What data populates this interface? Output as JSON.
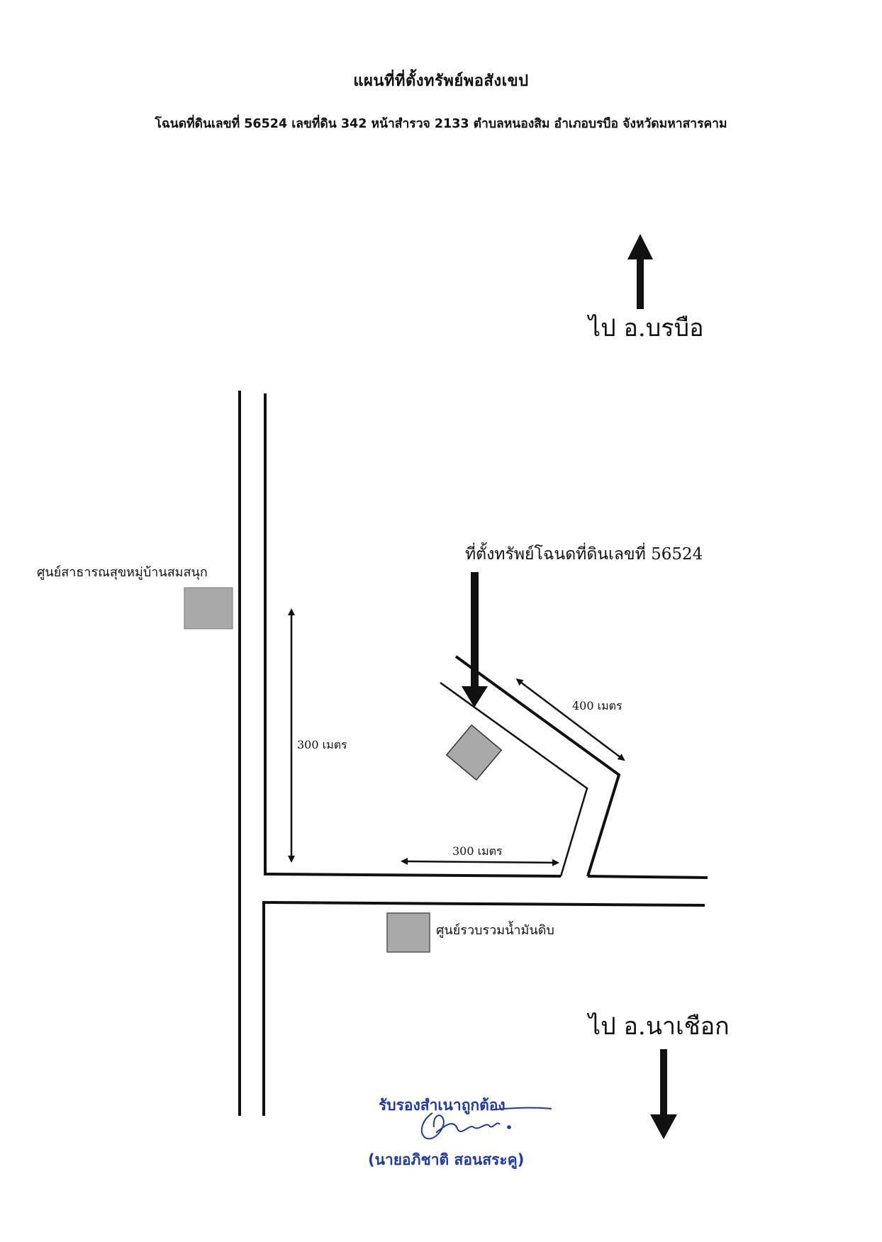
{
  "document": {
    "title": "แผนที่ที่ตั้งทรัพย์พอสังเขป",
    "subtitle": "โฉนดที่ดินเลขที่ 56524 เลขที่ดิน 342 หน้าสำรวจ 2133 ตำบลหนองสิม อำเภอบรบือ จังหวัดมหาสารคาม"
  },
  "map": {
    "direction_north_label": "ไป อ.บรบือ",
    "direction_south_label": "ไป อ.นาเชือก",
    "parcel_label": "ที่ตั้งทรัพย์โฉนดที่ดินเลขที่ 56524",
    "landmarks": {
      "health_center": "ศูนย์สาธารณสุขหมู่บ้านสมสนุก",
      "rubber_collection_center": "ศูนย์รวบรวมน้ำมันดิบ"
    },
    "distances": {
      "diagonal_road": "400 เมตร",
      "vertical_segment": "300 เมตร",
      "horizontal_segment": "300 เมตร"
    },
    "colors": {
      "line": "#111111",
      "building_fill": "#a9a9a9",
      "stamp_ink": "#1f3aa0"
    }
  },
  "certification": {
    "stamp_text": "รับรองสำเนาถูกต้อง",
    "signer_name": "(นายอภิชาติ สอนสระคู)"
  }
}
